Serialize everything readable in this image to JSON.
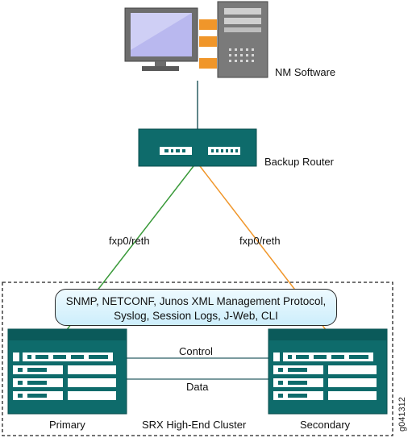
{
  "nodes": {
    "nm_software": {
      "label": "NM Software"
    },
    "backup_router": {
      "label": "Backup Router"
    },
    "primary": {
      "label": "Primary"
    },
    "secondary": {
      "label": "Secondary"
    }
  },
  "links": {
    "left_uplink": {
      "label": "fxp0/reth",
      "color": "#3a9a3a"
    },
    "right_uplink": {
      "label": "fxp0/reth",
      "color": "#f0962a"
    },
    "control": {
      "label": "Control"
    },
    "data": {
      "label": "Data"
    }
  },
  "protocols": {
    "line1": "SNMP, NETCONF, Junos XML Management Protocol,",
    "line2": "Syslog, Session Logs, J-Web, CLI"
  },
  "cluster": {
    "label": "SRX High-End Cluster"
  },
  "figure_id": "g041312",
  "colors": {
    "device_teal": "#0e6b6b",
    "accent_orange": "#f0962a",
    "bubble_fill": "#dff4fc"
  }
}
